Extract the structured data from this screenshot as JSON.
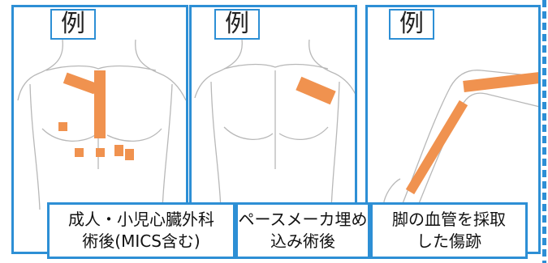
{
  "example_label": "例",
  "colors": {
    "frame": "#2d8fd5",
    "incision": "#f0924f",
    "outline": "#b8b8b8"
  },
  "panels": [
    {
      "caption_lines": [
        "成人・小児心臓外科",
        "術後(MICS含む)"
      ],
      "figure": "adult-pediatric-cardiac-surgery-chest"
    },
    {
      "caption_lines": [
        "ペースメーカ埋め",
        "込み術後"
      ],
      "figure": "pacemaker-implant-chest"
    },
    {
      "caption_lines": [
        "脚の血管を採取",
        "した傷跡"
      ],
      "figure": "leg-vessel-harvest"
    }
  ]
}
